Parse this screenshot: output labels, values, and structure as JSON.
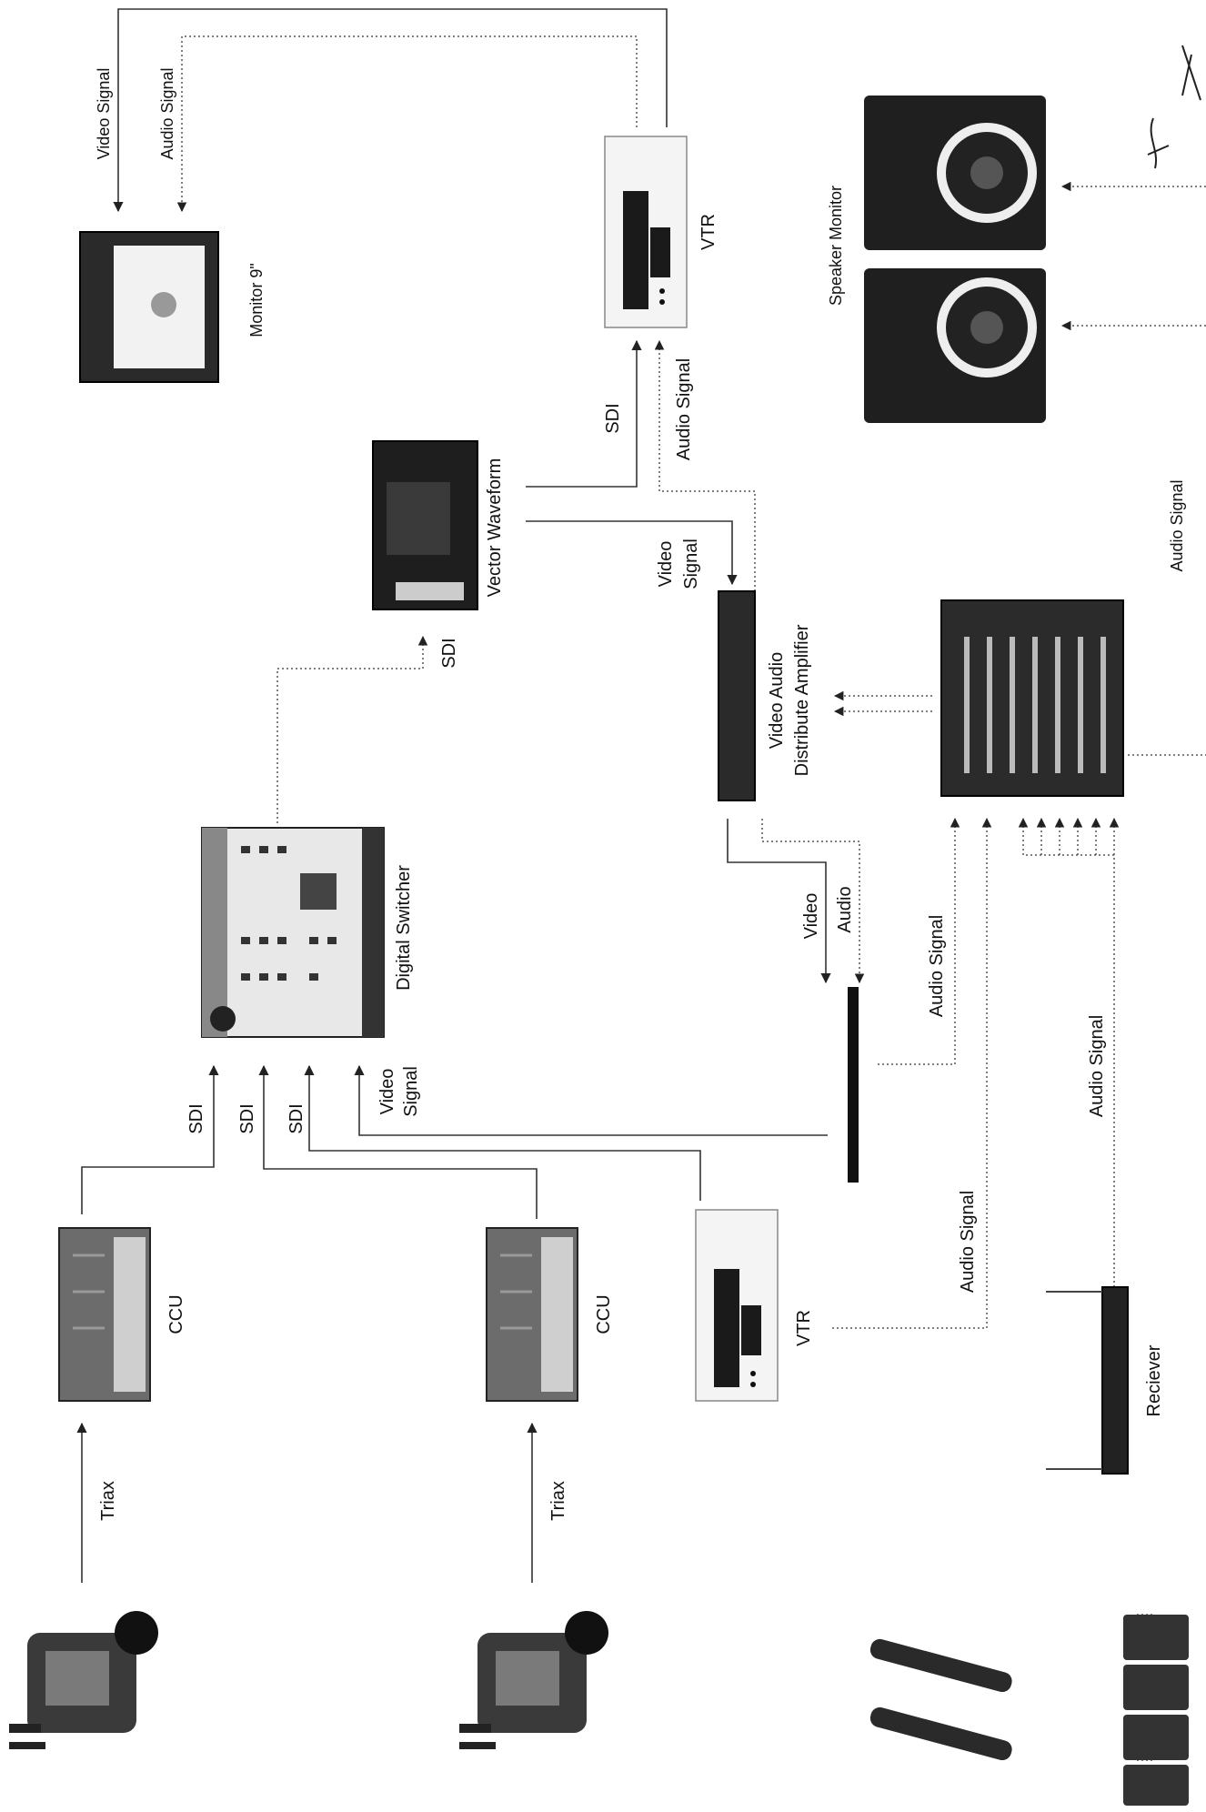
{
  "devices": {
    "camera_1": "",
    "camera_2": "",
    "ccu_1": "CCU",
    "ccu_2": "CCU",
    "vtr_bottom": "VTR",
    "vtr_top": "VTR",
    "digital_switcher": "Digital Switcher",
    "vector_waveform": "Vector Waveform",
    "monitor": "Monitor 9\"",
    "speaker_monitor": "Speaker Monitor",
    "video_audio_da_line1": "Video Audio",
    "video_audio_da_line2": "Distribute Amplifier",
    "receiver": "Reciever"
  },
  "signals": {
    "triax_1": "Triax",
    "triax_2": "Triax",
    "sdi_1": "SDI",
    "sdi_2": "SDI",
    "sdi_3": "SDI",
    "video_signal_switcher_1": "Video",
    "video_signal_switcher_2": "Signal",
    "sdi_switcher_to_waveform": "SDI",
    "sdi_waveform_to_vtr": "SDI",
    "audio_signal_to_vtr": "Audio Signal",
    "video_signal_da_1": "Video",
    "video_signal_da_2": "Signal",
    "video_signal_monitor": "Video Signal",
    "audio_signal_monitor": "Audio Signal",
    "video_to_patch": "Video",
    "audio_to_patch": "Audio",
    "audio_signal_patch_to_mixer": "Audio Signal",
    "audio_signal_vtr_to_mixer": "Audio Signal",
    "audio_signal_receiver": "Audio Signal",
    "audio_signal_mixer_to_speakers": "Audio Signal"
  },
  "colors": {
    "line": "#333333",
    "device_dark": "#1c1c1c",
    "device_mid": "#6a6a6a",
    "background": "#ffffff"
  }
}
